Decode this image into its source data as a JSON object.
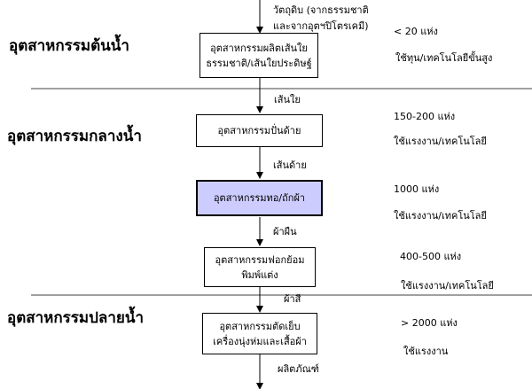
{
  "stages": {
    "upstream": "อุตสาหกรรมต้นน้ำ",
    "midstream": "อุตสาหกรรมกลางน้ำ",
    "downstream": "อุตสาหกรรมปลายน้ำ"
  },
  "input": {
    "line1": "วัตถุดิบ (จากธรรมชาติ",
    "line2": "และจากอุตฯปิโตรเคมี)"
  },
  "boxes": [
    {
      "line1": "อุตสาหกรรมผลิตเส้นใย",
      "line2": "ธรรมชาติ/เส้นใยประดิษฐ์"
    },
    {
      "line1": "อุตสาหกรรมปั่นด้าย",
      "line2": ""
    },
    {
      "line1": "อุตสาหกรรมทอ/ถักผ้า",
      "line2": ""
    },
    {
      "line1": "อุตสาหกรรมฟอกย้อม",
      "line2": "พิมพ์แต่ง"
    },
    {
      "line1": "อุตสาหกรรมตัดเย็บ",
      "line2": "เครื่องนุ่งห่มและเสื้อผ้า"
    }
  ],
  "flow_labels": [
    "เส้นใย",
    "เส้นด้าย",
    "ผ้าผืน",
    "ผ้าสี",
    "ผลิตภัณฑ์"
  ],
  "counts": [
    "< 20 แห่ง",
    "150-200 แห่ง",
    "1000 แห่ง",
    "400-500 แห่ง",
    "> 2000  แห่ง"
  ],
  "inputs_used": [
    "ใช้ทุน/เทคโนโลยีขั้นสูง",
    "ใช้แรงงาน/เทคโนโลยี",
    "ใช้แรงงาน/เทคโนโลยี",
    "ใช้แรงงาน/เทคโนโลยี",
    "ใช้แรงงาน"
  ],
  "colors": {
    "highlight": "#ccccff",
    "divider": "#808080"
  }
}
